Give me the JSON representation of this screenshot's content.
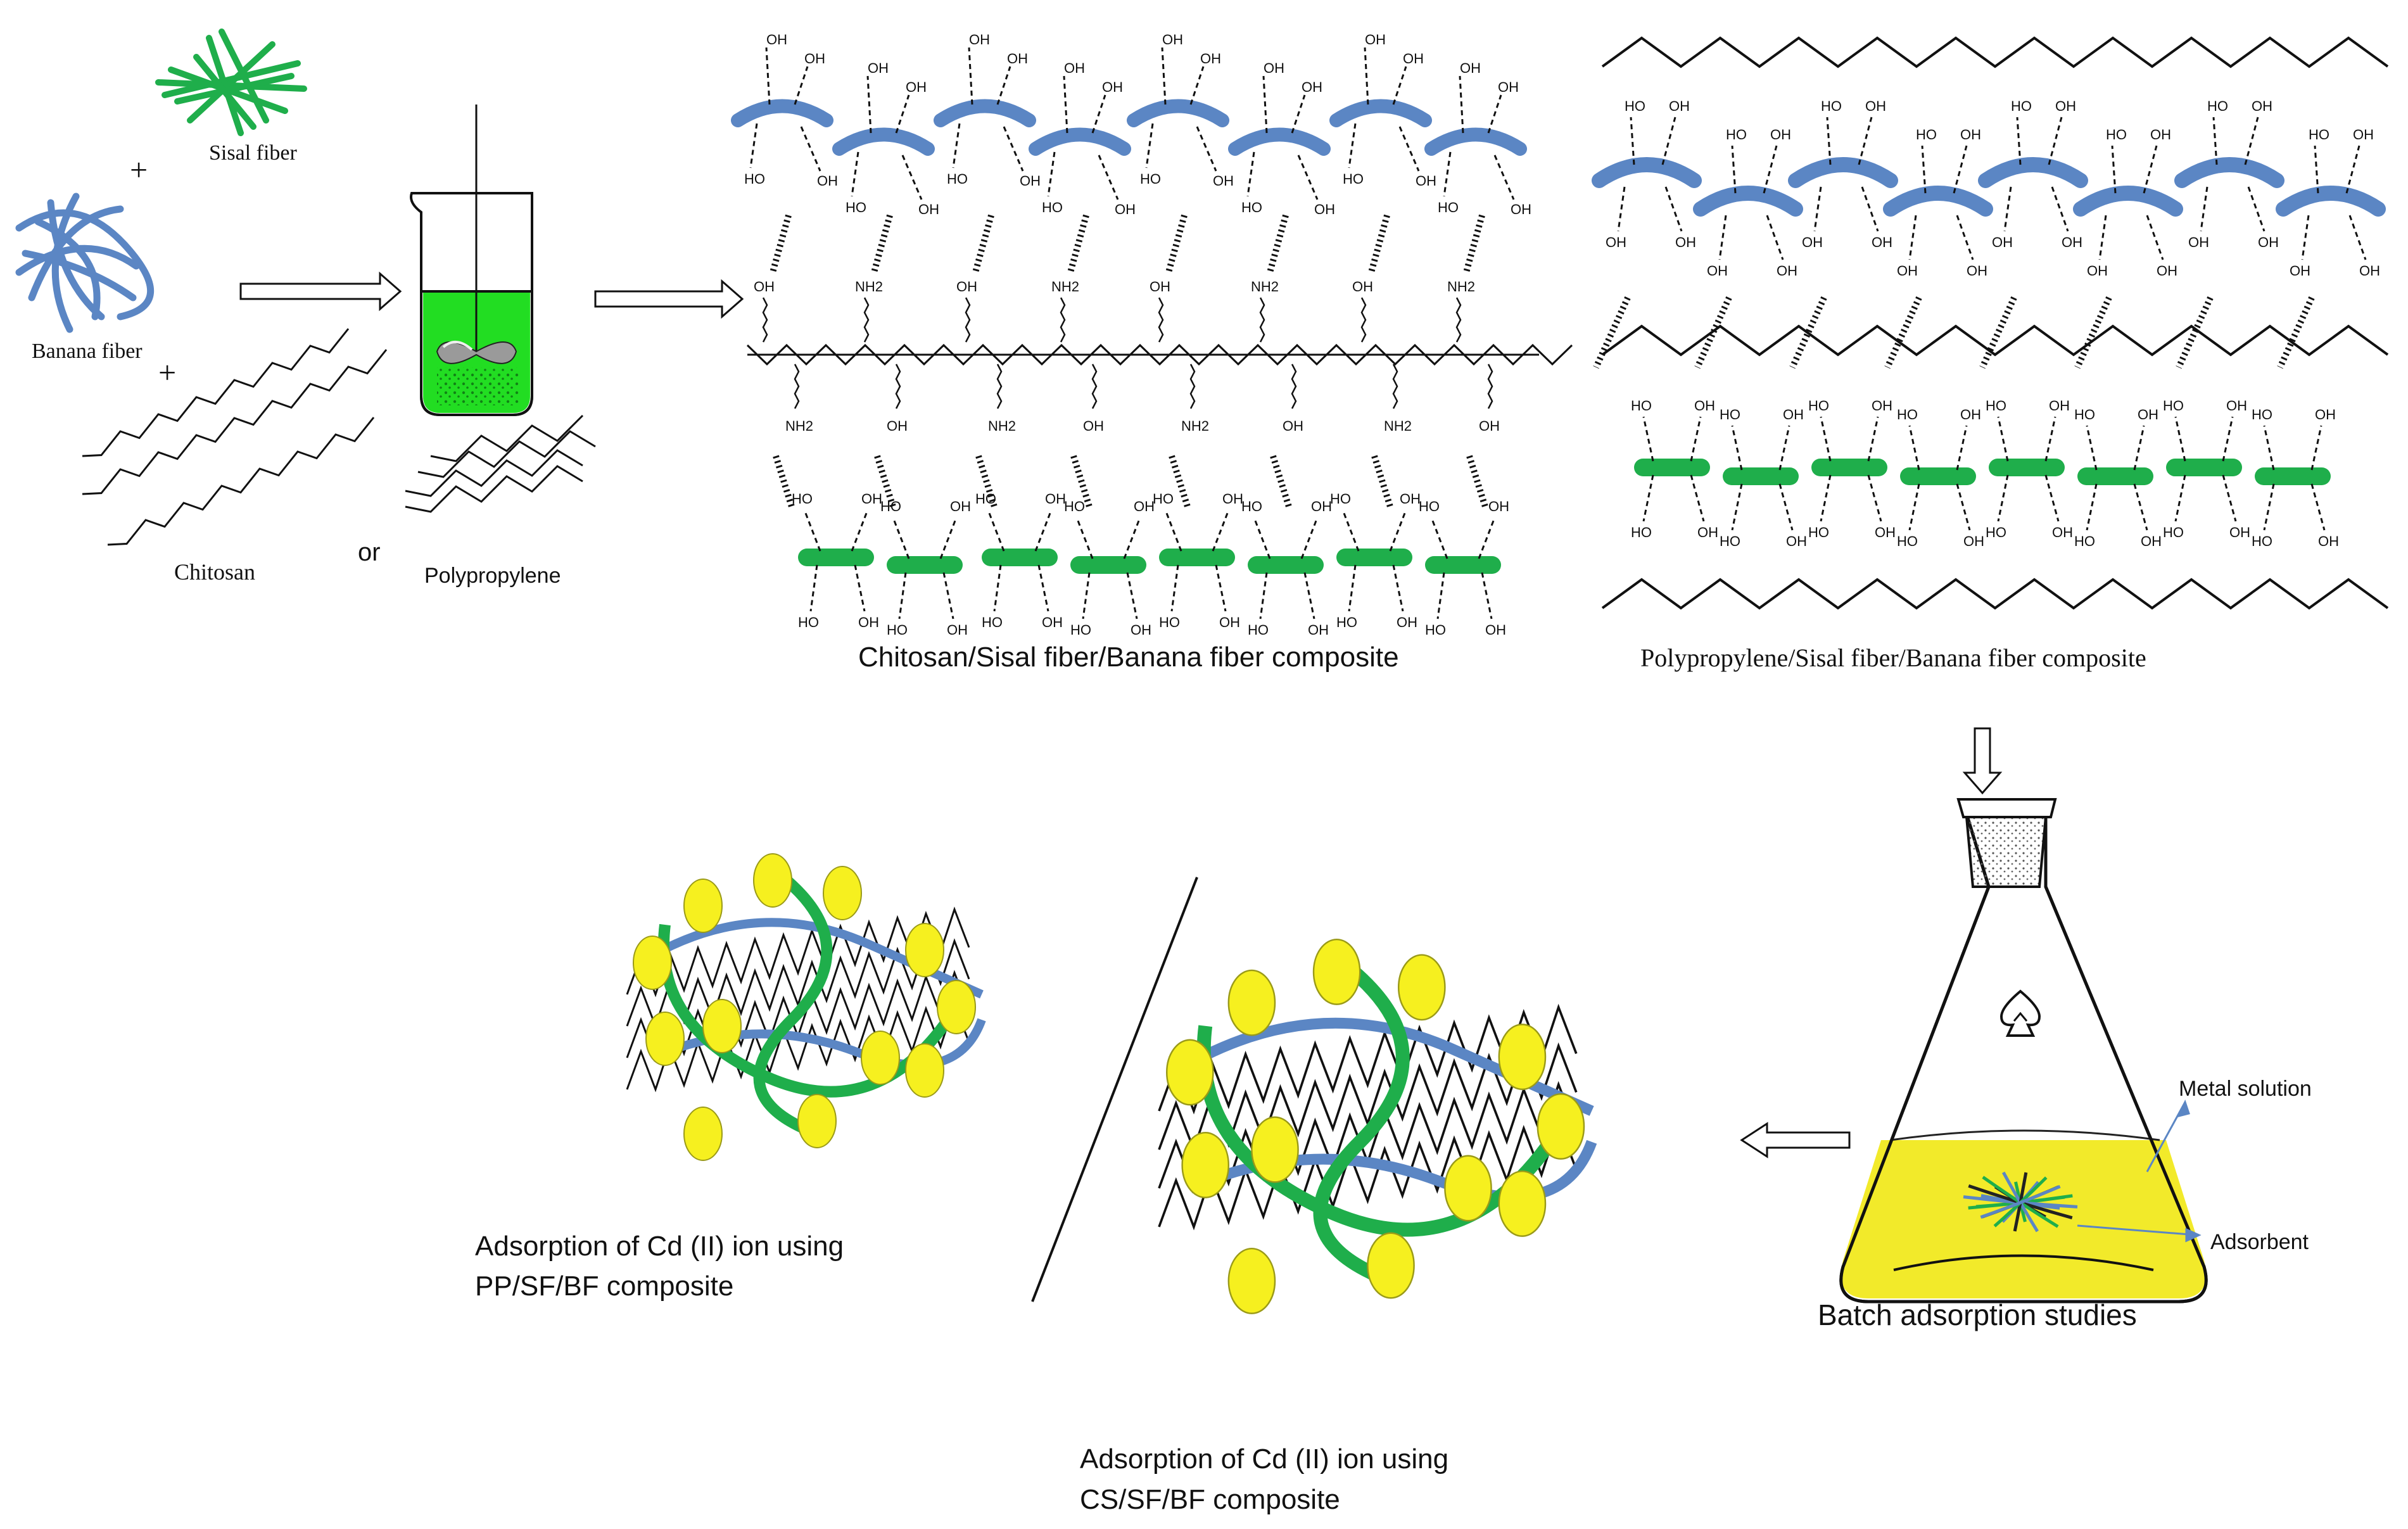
{
  "labels": {
    "sisal_fiber": "Sisal fiber",
    "banana_fiber": "Banana fiber",
    "chitosan": "Chitosan",
    "or": "or",
    "polypropylene": "Polypropylene",
    "plus": "+",
    "cs_composite": "Chitosan/Sisal fiber/Banana fiber composite",
    "pp_composite": "Polypropylene/Sisal fiber/Banana fiber composite",
    "metal_solution": "Metal solution",
    "adsorbent": "Adsorbent",
    "batch": "Batch adsorption studies",
    "pp_adsorption_line1": "Adsorption of Cd (II) ion using",
    "pp_adsorption_line2": "PP/SF/BF composite",
    "cs_adsorption_line1": "Adsorption of Cd (II) ion using",
    "cs_adsorption_line2": "CS/SF/BF composite"
  },
  "groups": {
    "oh": "OH",
    "ho": "HO",
    "nh2": "NH2"
  },
  "colors": {
    "banana_fiber": "#5b86c4",
    "sisal_fiber": "#1fae4b",
    "cd_ion": "#f6f01f",
    "solution": "#f2ea2a",
    "beaker_liquid": "#22dd22",
    "chain": "#111111"
  }
}
